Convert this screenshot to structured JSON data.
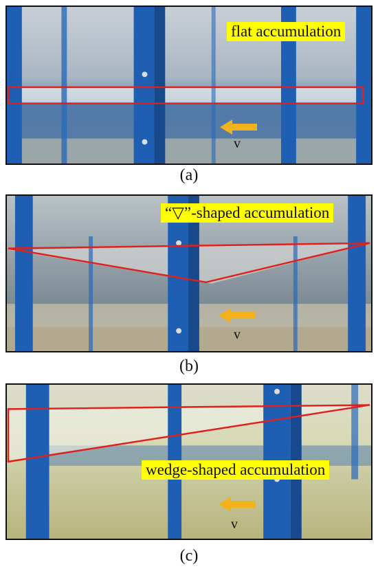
{
  "panels": [
    {
      "id": "a",
      "caption": "(a)",
      "label": "flat accumulation",
      "velocity": "v"
    },
    {
      "id": "b",
      "caption": "(b)",
      "label": "“▽”-shaped accumulation",
      "velocity": "v"
    },
    {
      "id": "c",
      "caption": "(c)",
      "label": "wedge-shaped accumulation",
      "velocity": "v"
    }
  ],
  "colors": {
    "label_bg": "#ffff00",
    "outline": "#e0201c",
    "arrow": "#f2b21c",
    "frame_blue": "#1e5fb4"
  }
}
